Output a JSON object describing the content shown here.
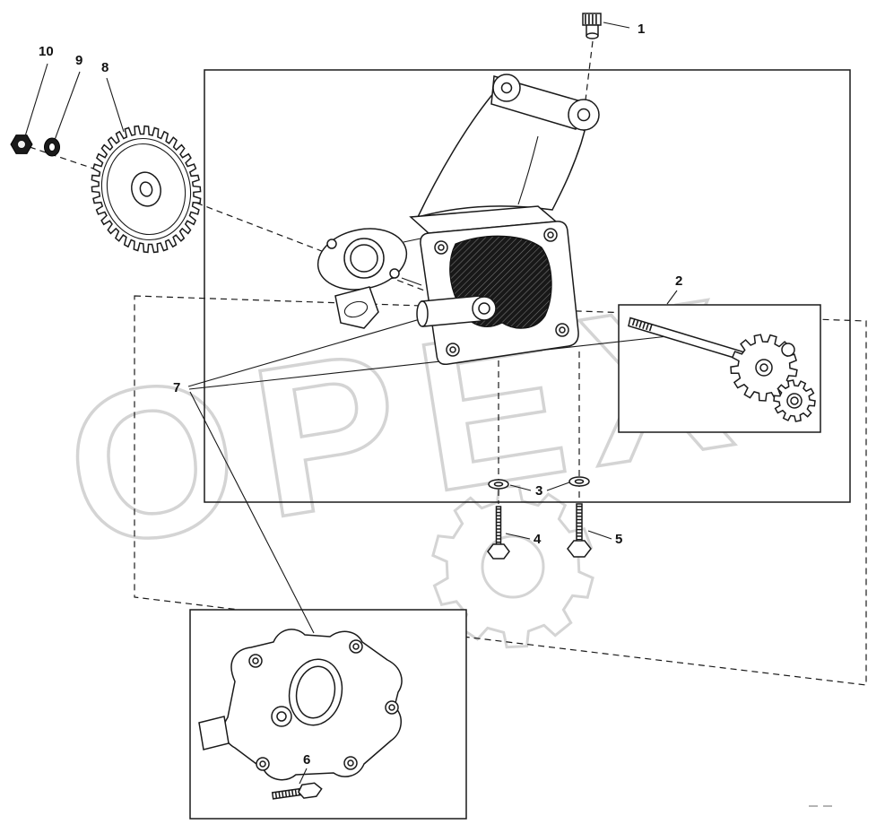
{
  "diagram": {
    "watermark": "OPEX",
    "callouts": {
      "c1": "1",
      "c2": "2",
      "c3": "3",
      "c4": "4",
      "c5": "5",
      "c6": "6",
      "c7": "7",
      "c8": "8",
      "c9": "9",
      "c10": "10"
    }
  }
}
